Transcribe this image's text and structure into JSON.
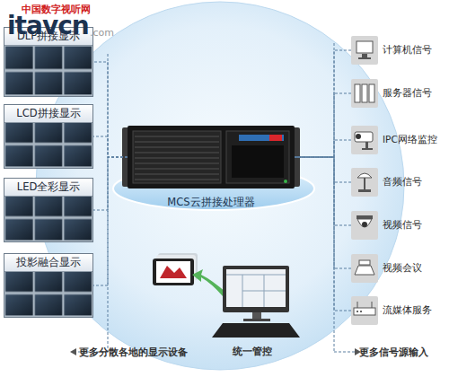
{
  "diagram": {
    "nodes": [
      {
        "text": [
          "DLP拼接显示"
        ]
      },
      {
        "text": [
          "LCD拼接显示"
        ]
      },
      {
        "text": [
          "LED全彩显示"
        ]
      },
      {
        "text": [
          "投影融合显示"
        ]
      },
      {
        "text": [
          "MCS云拼接处理器"
        ]
      },
      {
        "text": [
          "计算机信号"
        ]
      },
      {
        "text": [
          "服务器信号"
        ]
      },
      {
        "text": [
          "IPC网络监控"
        ]
      },
      {
        "text": [
          "音频信号"
        ]
      },
      {
        "text": [
          "视频信号"
        ]
      },
      {
        "text": [
          "视频会议"
        ]
      },
      {
        "text": [
          "流媒体服务"
        ]
      },
      {
        "text": [
          "统一管控"
        ]
      }
    ],
    "edges": [
      {
        "from": 4,
        "to": 0,
        "arrow": "none"
      },
      {
        "from": 4,
        "to": 1,
        "arrow": "none"
      },
      {
        "from": 4,
        "to": 2,
        "arrow": "none"
      },
      {
        "from": 4,
        "to": 3,
        "arrow": "none"
      },
      {
        "from": 5,
        "to": 4,
        "arrow": "none"
      },
      {
        "from": 6,
        "to": 4,
        "arrow": "none"
      },
      {
        "from": 7,
        "to": 4,
        "arrow": "none"
      },
      {
        "from": 8,
        "to": 4,
        "arrow": "none"
      },
      {
        "from": 9,
        "to": 4,
        "arrow": "none"
      },
      {
        "from": 10,
        "to": 4,
        "arrow": "none"
      },
      {
        "from": 11,
        "to": 4,
        "arrow": "none"
      }
    ],
    "labels": [
      "中国数字视听网",
      "itavcn",
      ".com",
      "更多分散各地的显示设备",
      "更多信号源输入"
    ]
  }
}
